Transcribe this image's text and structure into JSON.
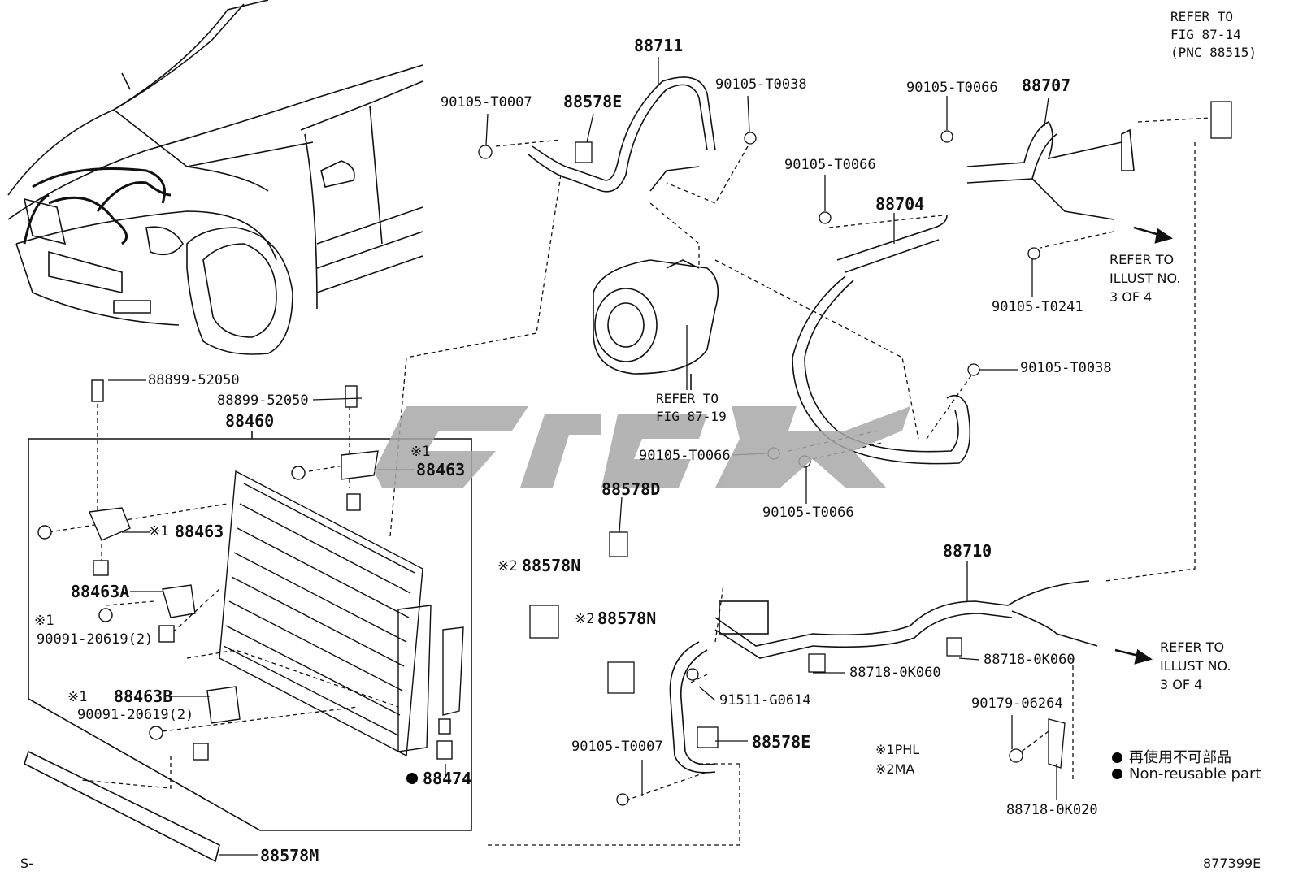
{
  "labels": {
    "p88711": "88711",
    "p88578E_top": "88578E",
    "p90105_T0007_top": "90105-T0007",
    "p90105_T0038_top": "90105-T0038",
    "p90105_T0066_a": "90105-T0066",
    "p90105_T0066_b": "90105-T0066",
    "p88707": "88707",
    "p88704": "88704",
    "p90105_T0241": "90105-T0241",
    "p90105_T0038_mid": "90105-T0038",
    "p90105_T0066_c": "90105-T0066",
    "p90105_T0066_d": "90105-T0066",
    "p88578D": "88578D",
    "p88899_52050_a": "88899-52050",
    "p88899_52050_b": "88899-52050",
    "p88460": "88460",
    "p88463_a": "88463",
    "p88463_b": "88463",
    "p88463A": "88463A",
    "p90091_a": "90091-20619(2)",
    "p88463B": "88463B",
    "p90091_b": "90091-20619(2)",
    "p88474": "88474",
    "p88578M": "88578M",
    "p88578N_a": "88578N",
    "p88578N_b": "88578N",
    "p88710": "88710",
    "p88718_a": "88718-0K060",
    "p88718_b": "88718-0K060",
    "p91511": "91511-G0614",
    "p88578E_bot": "88578E",
    "p90105_T0007_bot": "90105-T0007",
    "p90179": "90179-06264",
    "p88718_c": "88718-0K020"
  },
  "marks": {
    "x1": "※1",
    "x2": "※2"
  },
  "refs": {
    "fig87_14": "REFER TO\nFIG 87-14\n(PNC 88515)",
    "fig87_19": "REFER TO\nFIG 87-19",
    "illust_top": "REFER TO\nILLUST NO.\n3 OF 4",
    "illust_bot": "REFER TO\nILLUST NO.\n3 OF 4"
  },
  "notes": {
    "phl": "※1PHL",
    "ma": "※2MA"
  },
  "legend": {
    "jp": "再使用不可部品",
    "en": "Non-reusable part"
  },
  "footer": {
    "left": "S-",
    "right": "877399E"
  },
  "colors": {
    "line": "#111111",
    "watermark": "#a8a8a8"
  }
}
